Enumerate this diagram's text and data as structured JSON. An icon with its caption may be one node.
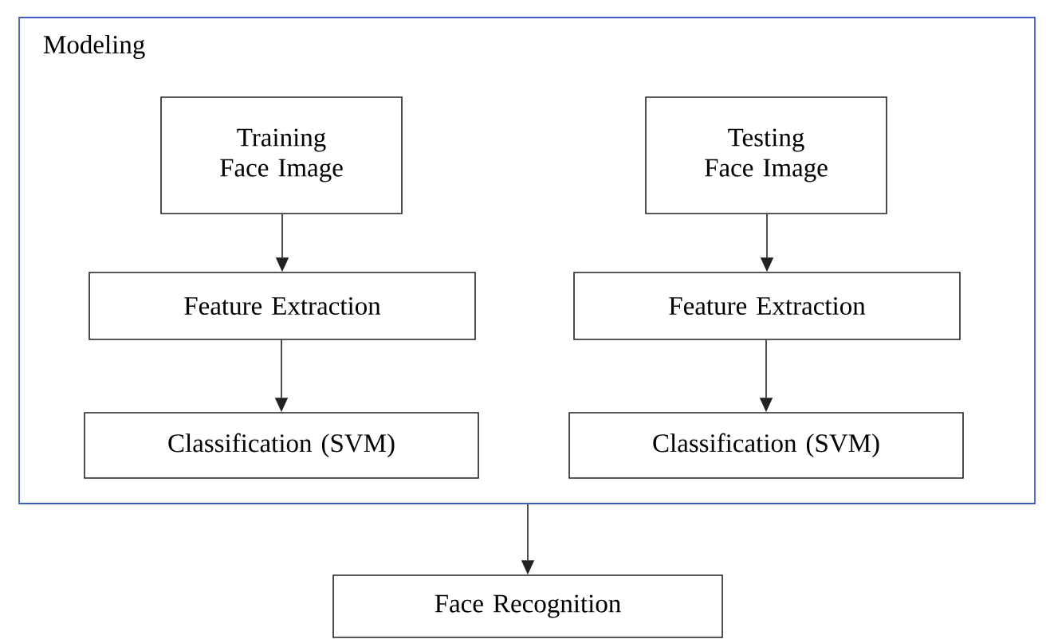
{
  "diagram": {
    "nodes": [
      {
        "text": [
          "Modeling"
        ]
      },
      {
        "text": [
          "Training Face Image"
        ],
        "in": 0
      },
      {
        "text": [
          "Feature Extraction"
        ],
        "in": 0
      },
      {
        "text": [
          "Classification (SVM)"
        ],
        "in": 0
      },
      {
        "text": [
          "Testing Face Image"
        ],
        "in": 0
      },
      {
        "text": [
          "Feature Extraction"
        ],
        "in": 0
      },
      {
        "text": [
          "Classification (SVM)"
        ],
        "in": 0
      },
      {
        "text": [
          "Face Recognition"
        ]
      }
    ],
    "edges": [
      {
        "from": 1,
        "to": 2,
        "arrow": "to"
      },
      {
        "from": 2,
        "to": 3,
        "arrow": "to"
      },
      {
        "from": 4,
        "to": 5,
        "arrow": "to"
      },
      {
        "from": 5,
        "to": 6,
        "arrow": "to"
      },
      {
        "from": 0,
        "to": 7,
        "arrow": "to"
      }
    ]
  }
}
